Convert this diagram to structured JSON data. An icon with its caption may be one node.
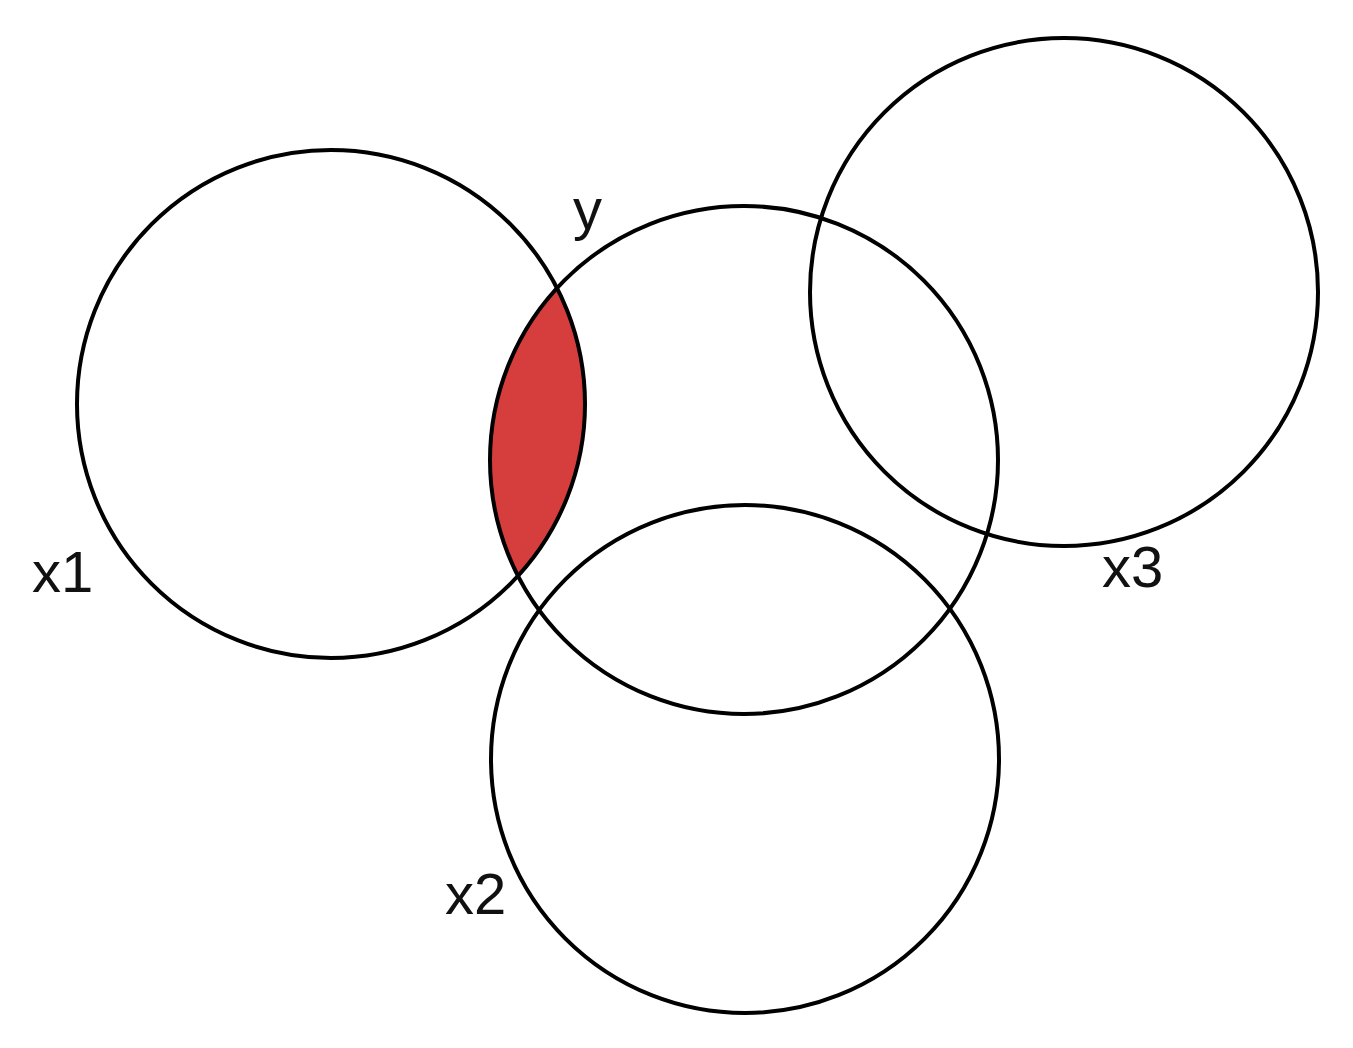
{
  "diagram": {
    "nodes": [
      {
        "text": [
          "x1"
        ]
      },
      {
        "text": [
          "y"
        ]
      },
      {
        "text": [],
        "shape": "lens"
      },
      {
        "text": [
          "x3"
        ]
      },
      {
        "text": [
          "x2"
        ]
      }
    ]
  }
}
